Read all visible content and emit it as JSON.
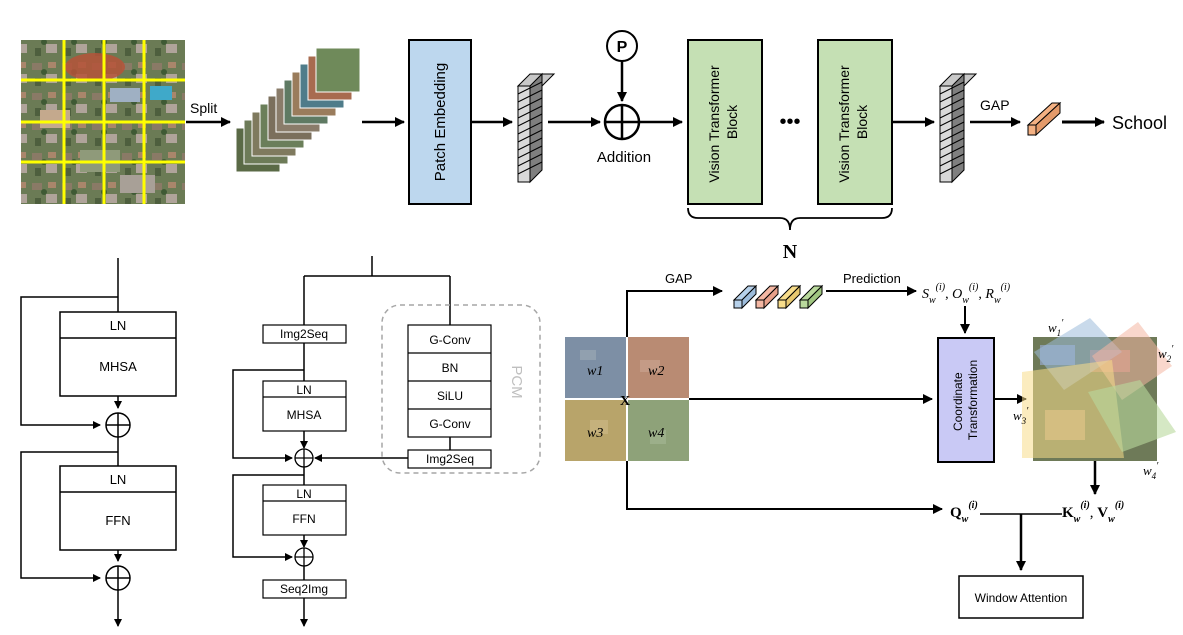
{
  "colors": {
    "patch_embedding_fill": "#bdd7ee",
    "vit_block_fill": "#c5e0b4",
    "coord_transform_fill": "#c9c9f5",
    "grid_line": "#ffff00",
    "token_blue": "#b7d1ea",
    "token_red": "#f4b7a3",
    "token_yellow": "#f7dc8a",
    "token_green": "#b9d99c",
    "gap_output": "#f4b183",
    "pcm_border": "#a6a6a6",
    "pcm_label": "#bfbfbf"
  },
  "top": {
    "split_label": "Split",
    "patch_embedding_label": "Patch Embedding",
    "position_label": "P",
    "addition_label": "Addition",
    "vit_block_1_label": "Vision Transformer Block",
    "ellipsis": "•••",
    "vit_block_2_label": "Vision Transformer Block",
    "repeat_label": "N",
    "gap_label": "GAP",
    "output_label": "School"
  },
  "left_block": {
    "ln1": "LN",
    "mhsa": "MHSA",
    "ln2": "LN",
    "ffn": "FFN"
  },
  "mid_block": {
    "img2seq_top": "Img2Seq",
    "ln1": "LN",
    "mhsa": "MHSA",
    "ln2": "LN",
    "ffn": "FFN",
    "seq2img": "Seq2Img",
    "pcm_label": "PCM",
    "pcm_gconv1": "G-Conv",
    "pcm_bn": "BN",
    "pcm_silu": "SiLU",
    "pcm_gconv2": "G-Conv",
    "pcm_img2seq": "Img2Seq"
  },
  "right_block": {
    "gap_label": "GAP",
    "prediction_label": "Prediction",
    "params_label": "S_w^(i), O_w^(i), R_w^(i)",
    "x_label": "X",
    "w1": "w1",
    "w2": "w2",
    "w3": "w3",
    "w4": "w4",
    "coord_transform_label": "Coordinate Transformation",
    "w1p": "w1'",
    "w2p": "w2'",
    "w3p": "w3'",
    "w4p": "w4'",
    "q_label": "Q_w^(i)",
    "kv_label": "K_w^(i), V_w^(i)",
    "window_attention_label": "Window Attention"
  }
}
